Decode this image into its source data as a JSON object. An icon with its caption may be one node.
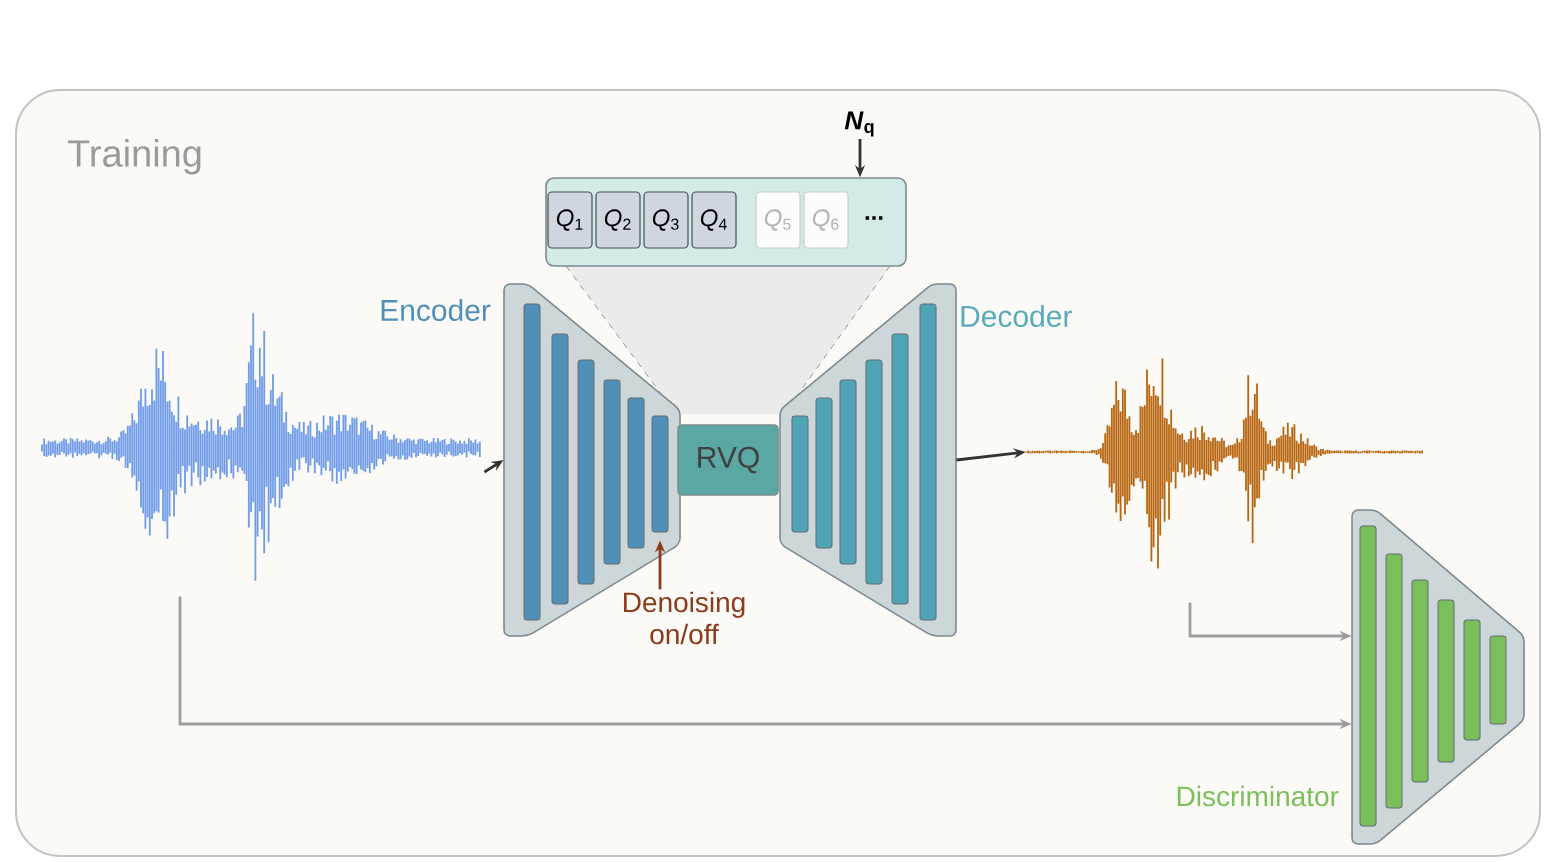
{
  "diagram": {
    "nodes": [
      {
        "text": [
          "Training"
        ]
      },
      {
        "text": [],
        "shape": "waveform",
        "in": 0
      },
      {
        "text": [
          "Encoder"
        ],
        "in": 0
      },
      {
        "text": [
          "RVQ"
        ],
        "in": 0
      },
      {
        "text": [
          "Decoder"
        ],
        "in": 0
      },
      {
        "text": [],
        "shape": "waveform",
        "in": 0
      },
      {
        "text": [
          "Discriminator"
        ],
        "in": 0
      },
      {
        "text": [
          "..."
        ],
        "in": 0
      },
      {
        "text": [
          "*Q*$_{1}$"
        ],
        "in": 7
      },
      {
        "text": [
          "*Q*$_{2}$"
        ],
        "in": 7
      },
      {
        "text": [
          "*Q*$_{3}$"
        ],
        "in": 7
      },
      {
        "text": [
          "*Q*$_{4}$"
        ],
        "in": 7
      },
      {
        "text": [
          "*Q*$_{5}$"
        ],
        "in": 7
      },
      {
        "text": [
          "*Q*$_{6}$"
        ],
        "in": 7
      },
      {
        "text": [
          "*N*$_{q}$"
        ],
        "in": 0
      },
      {
        "text": [
          "Denoising on/off"
        ],
        "in": 0
      }
    ],
    "edges": [
      {
        "from": 1,
        "to": 2,
        "arrow": "to"
      },
      {
        "from": 4,
        "to": 5,
        "arrow": "to"
      },
      {
        "from": 5,
        "to": 6,
        "arrow": "to",
        "color": "#9e9e9e"
      },
      {
        "from": 1,
        "to": 6,
        "arrow": "to",
        "color": "#9e9e9e"
      },
      {
        "from": 14,
        "to": 7,
        "arrow": "to"
      },
      {
        "from": 15,
        "to": 2,
        "arrow": "to",
        "color": "#8b3a1a"
      }
    ]
  }
}
